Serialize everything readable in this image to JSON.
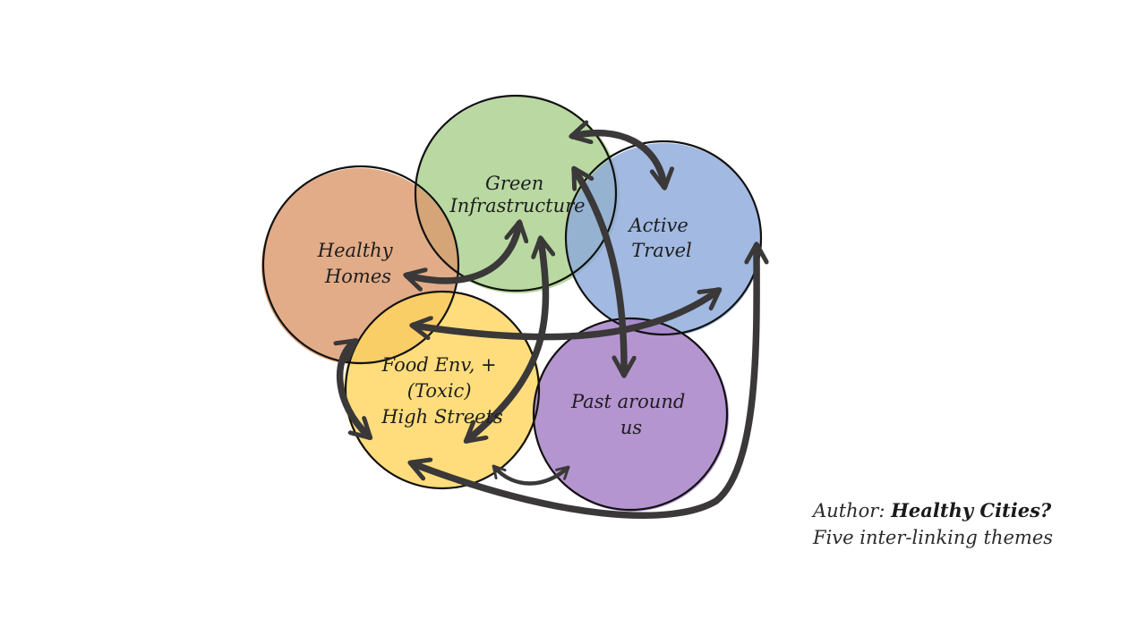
{
  "themes": {
    "green_infrastructure": {
      "lines": [
        "Green",
        "Infrastructure"
      ],
      "color": "#a9cf8e"
    },
    "active_travel": {
      "lines": [
        "Active",
        "Travel"
      ],
      "color": "#8eaadb"
    },
    "healthy_homes": {
      "lines": [
        "Healthy",
        "Homes"
      ],
      "color": "#dc9a6e"
    },
    "food_environment": {
      "lines": [
        "Food Env, +",
        "(Toxic)",
        "High Streets"
      ],
      "color": "#ffd560"
    },
    "past_around_us": {
      "lines": [
        "Past around",
        "us"
      ],
      "color": "#a883c8"
    }
  },
  "caption": {
    "prefix": "Author: ",
    "title": "Healthy Cities?",
    "subtitle": "Five inter-linking themes"
  }
}
